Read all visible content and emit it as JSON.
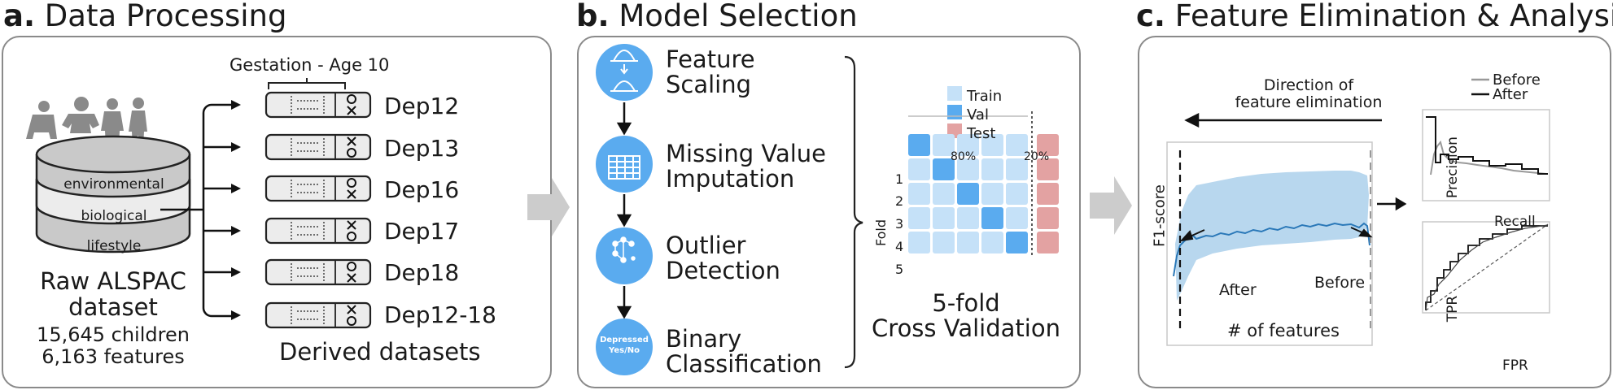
{
  "panel_a": {
    "title_letter": "a.",
    "title": "Data Processing",
    "db_layers": [
      "environmental",
      "biological",
      "lifestyle"
    ],
    "range_label": "Gestation - Age 10",
    "datasets": [
      "Dep12",
      "Dep13",
      "Dep16",
      "Dep17",
      "Dep18",
      "Dep12-18"
    ],
    "raw_line1": "Raw ALSPAC",
    "raw_line2": "dataset",
    "children": "15,645 children",
    "features": "6,163 features",
    "derived": "Derived datasets"
  },
  "panel_b": {
    "title_letter": "b.",
    "title": "Model Selection",
    "steps": [
      {
        "line1": "Feature",
        "line2": "Scaling"
      },
      {
        "line1": "Missing Value",
        "line2": "Imputation"
      },
      {
        "line1": "Outlier",
        "line2": "Detection"
      },
      {
        "line1": "Binary",
        "line2": "Classification"
      }
    ],
    "badge_line1": "Depressed",
    "badge_line2": "Yes/No",
    "legend": [
      "Train",
      "Val",
      "Test"
    ],
    "pct_train": "80%",
    "pct_test": "20%",
    "fold_label": "Fold",
    "folds": [
      "1",
      "2",
      "3",
      "4",
      "5"
    ],
    "cv_line1": "5-fold",
    "cv_line2": "Cross Validation",
    "colors": {
      "train": "#c5e1f8",
      "val": "#5aabef",
      "test": "#e3a2a2",
      "circle": "#5aabef"
    }
  },
  "panel_c": {
    "title_letter": "c.",
    "title": "Feature Elimination & Analysis",
    "direction_line1": "Direction of",
    "direction_line2": "feature elimination",
    "ylabel": "F1-score",
    "xlabel": "# of features",
    "after": "After",
    "before": "Before",
    "pr_legend": [
      "Before",
      "After"
    ],
    "pr_ylabel": "Precision",
    "pr_xlabel": "Recall",
    "roc_ylabel": "TPR",
    "roc_xlabel": "FPR",
    "colors": {
      "line": "#2a78b8",
      "band": "#b8d7ee"
    }
  }
}
